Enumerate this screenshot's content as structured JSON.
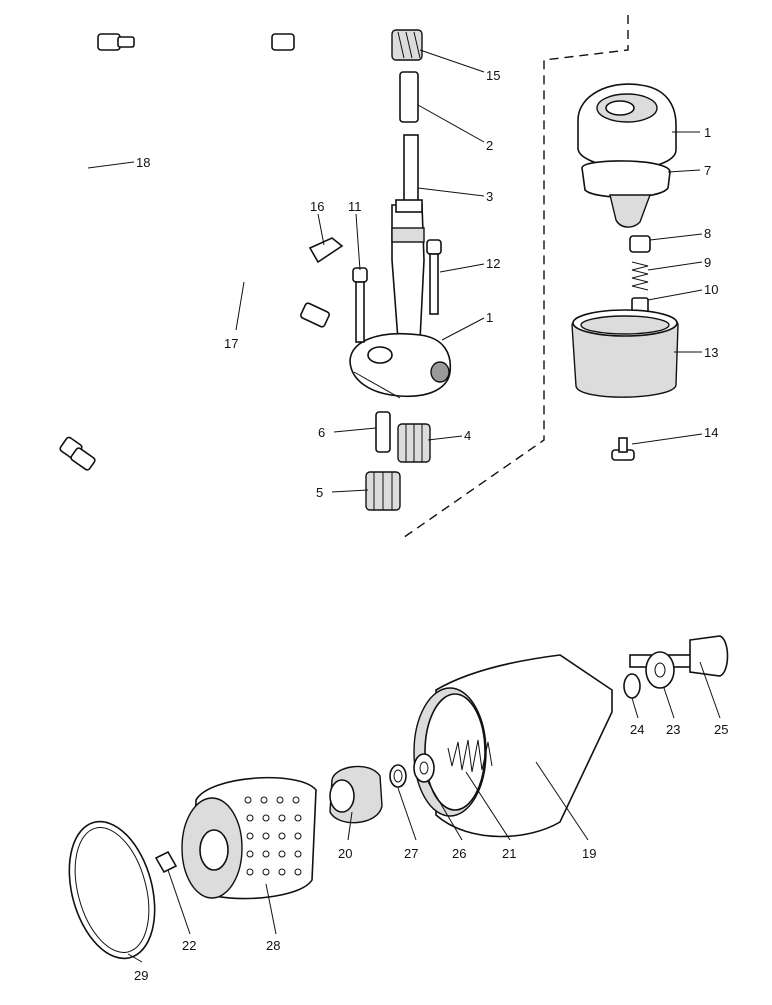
{
  "labels": {
    "p1a": "1",
    "p1b": "1",
    "p2": "2",
    "p3": "3",
    "p4": "4",
    "p5": "5",
    "p6": "6",
    "p7": "7",
    "p8": "8",
    "p9": "9",
    "p10": "10",
    "p11": "11",
    "p12": "12",
    "p13": "13",
    "p14": "14",
    "p15": "15",
    "p16": "16",
    "p17": "17",
    "p18": "18",
    "p19": "19",
    "p20": "20",
    "p21": "21",
    "p22": "22",
    "p23": "23",
    "p24": "24",
    "p25": "25",
    "p26": "26",
    "p27": "27",
    "p28": "28",
    "p29": "29"
  }
}
